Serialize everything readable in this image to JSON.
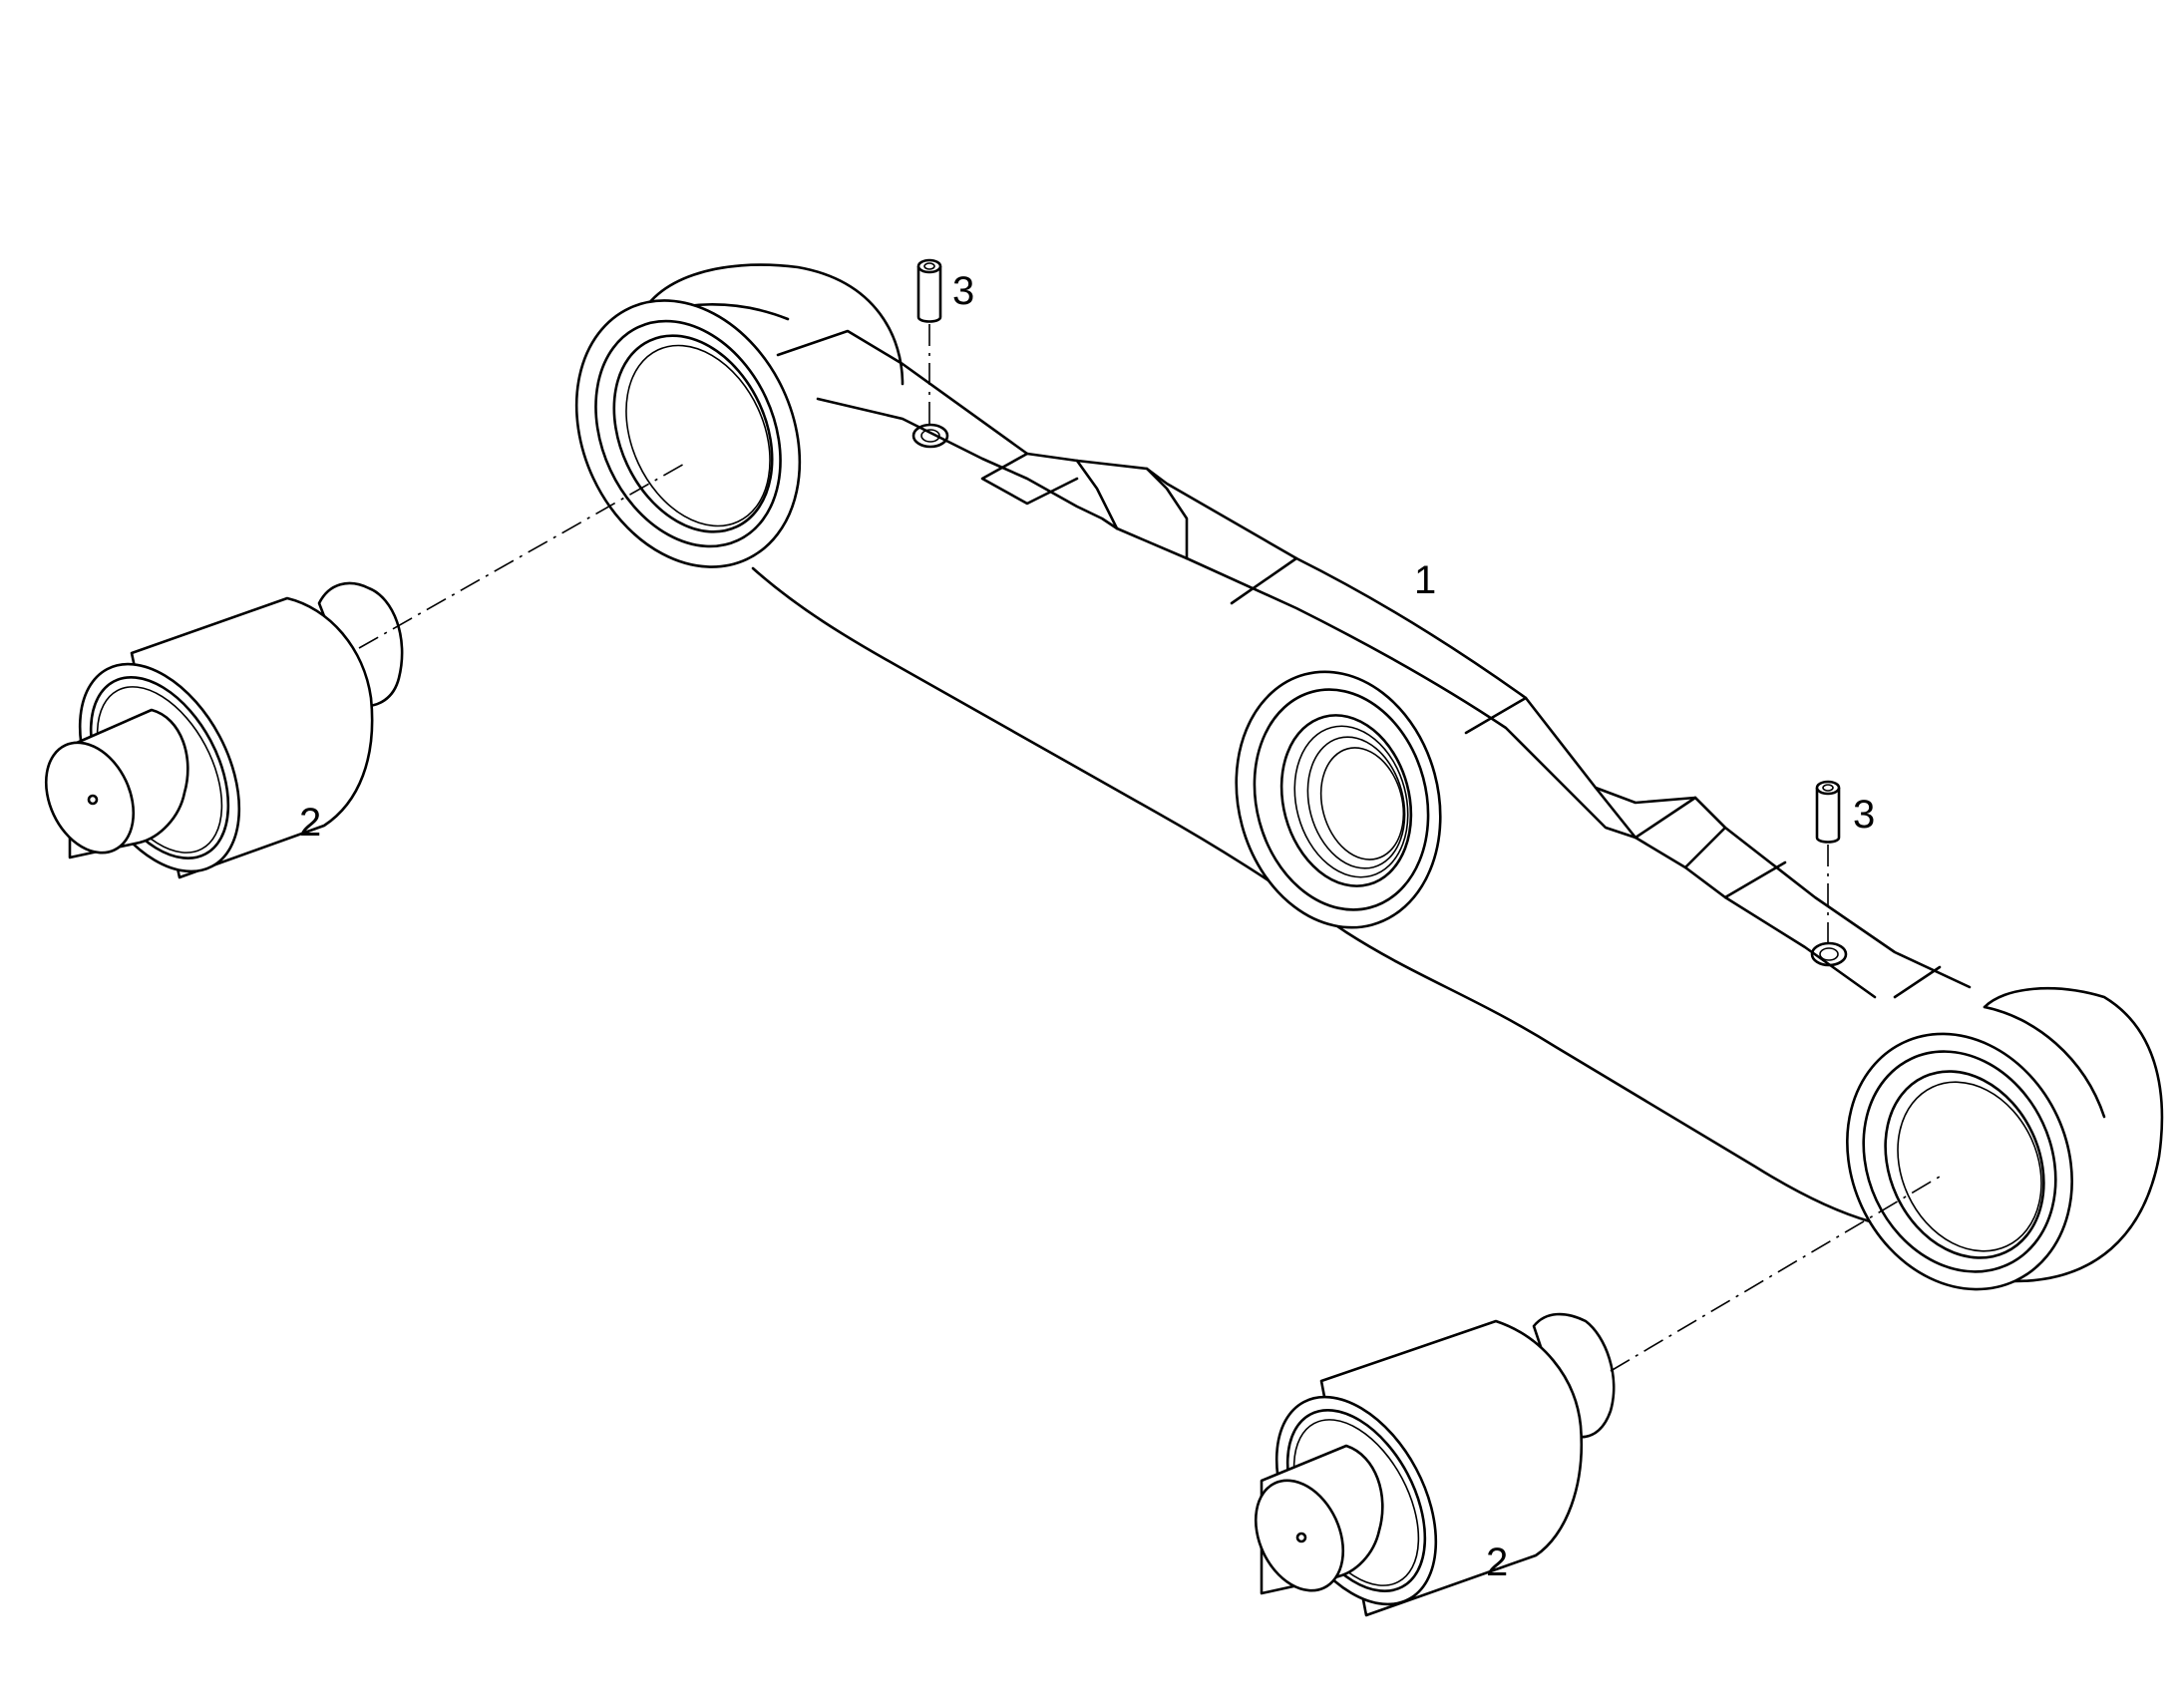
{
  "diagram": {
    "callouts": {
      "arm": "1",
      "pin_left": "2",
      "pin_right": "2",
      "dowel_top": "3",
      "dowel_right": "3"
    }
  }
}
